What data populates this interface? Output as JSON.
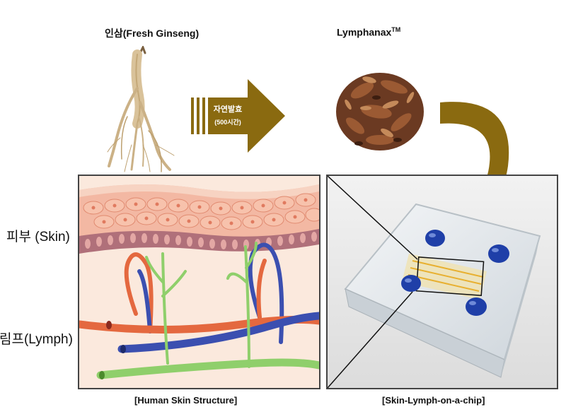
{
  "top": {
    "ginseng_label": "인삼(Fresh Ginseng)",
    "lymphanax_label": "Lymphanax",
    "lymphanax_tm": "TM",
    "process_label": "자연발효",
    "process_sub": "(500시간)"
  },
  "side": {
    "skin_label": "피부 (Skin)",
    "lymph_label": "림프(Lymph)"
  },
  "captions": {
    "left": "[Human Skin Structure]",
    "right": "[Skin-Lymph-on-a-chip]"
  },
  "colors": {
    "arrow_gold": "#8a6a10",
    "skin_pink": "#f3b8a3",
    "lymph_green": "#8fcf6b",
    "vessel_red": "#e4683f",
    "vessel_blue": "#3b4fb0"
  },
  "icons": [
    "ginseng-root-image",
    "fermented-ginseng-image",
    "chip-device-image"
  ]
}
